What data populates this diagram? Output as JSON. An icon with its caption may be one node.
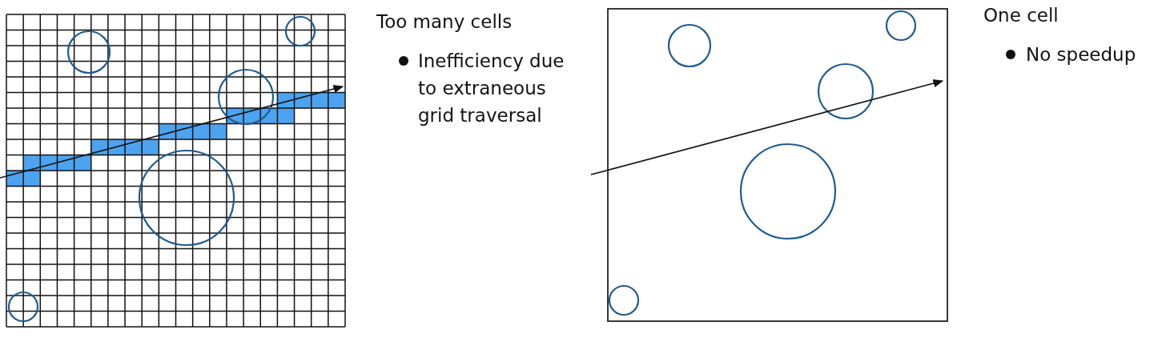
{
  "diagram": {
    "labels": [
      "Too many cells",
      "Inefficiency due to extraneous grid traversal",
      "One cell",
      "No speedup"
    ]
  }
}
